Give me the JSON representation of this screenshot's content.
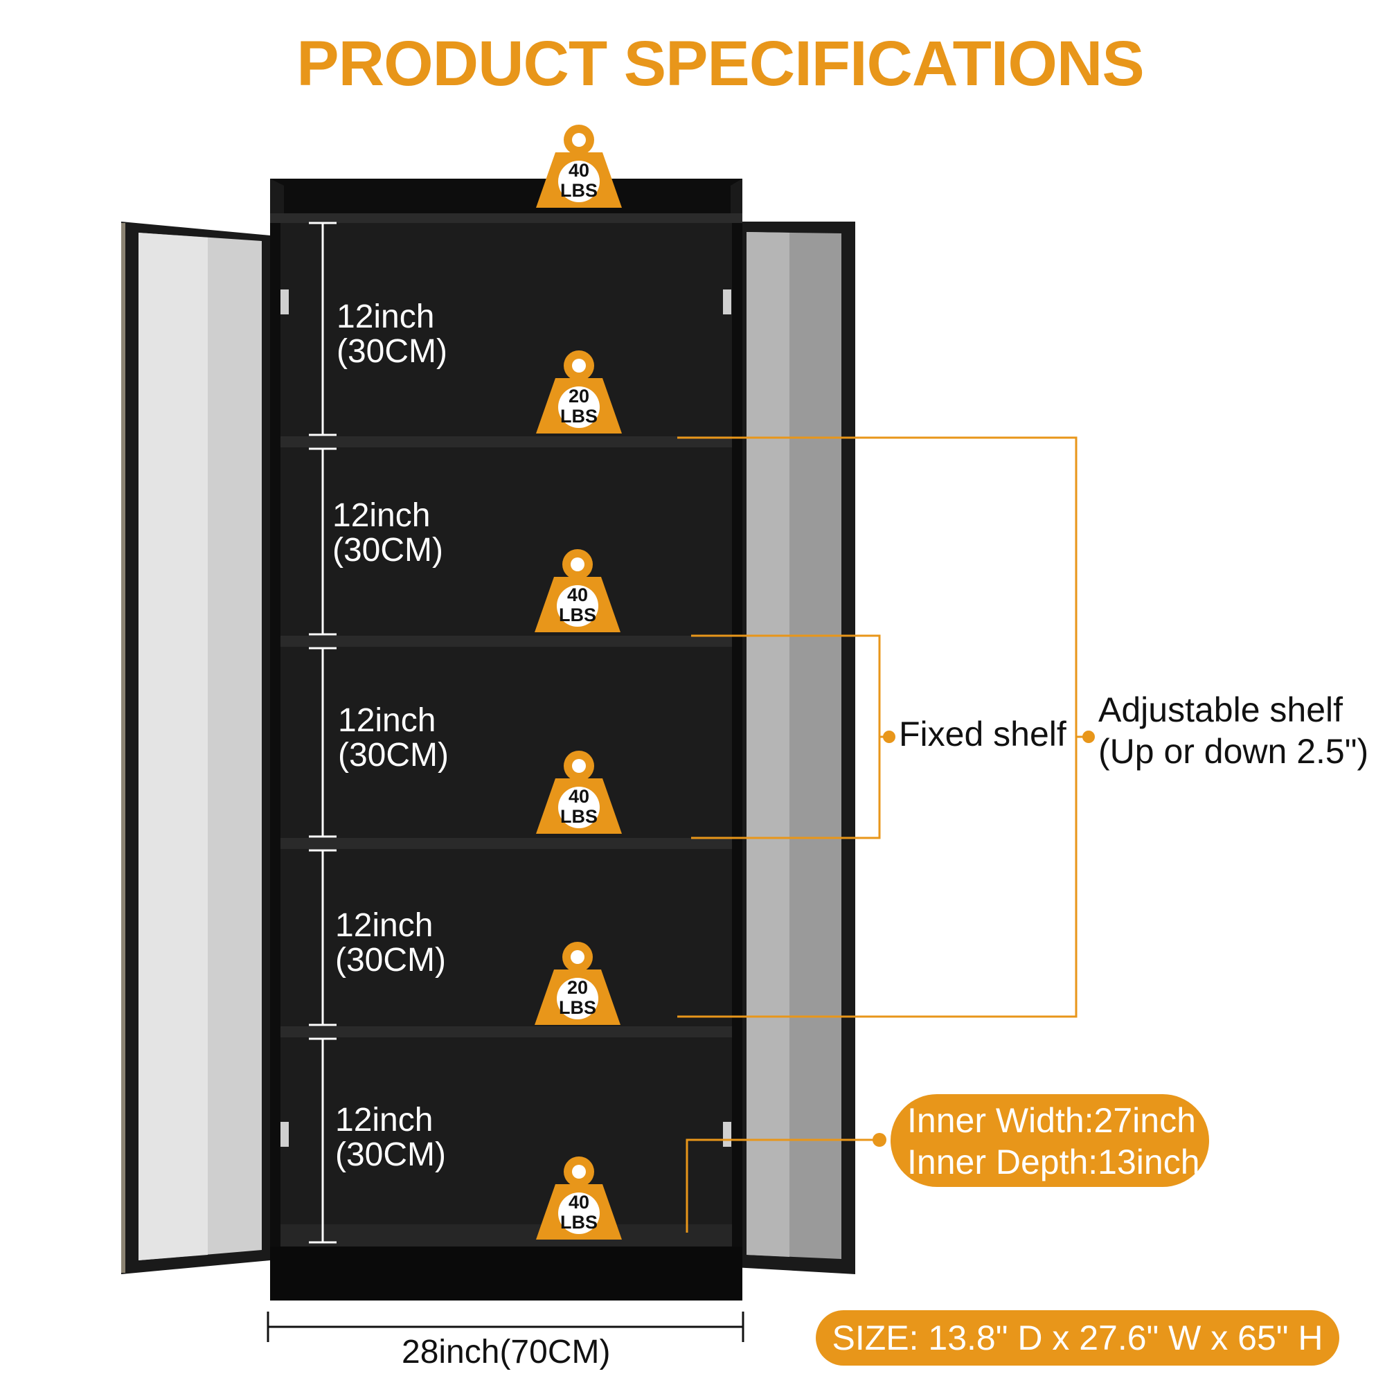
{
  "title": "PRODUCT SPECIFICATIONS",
  "colors": {
    "accent": "#e8961a",
    "cabinet": "#111111",
    "glass": "#bdbdbd"
  },
  "top_weight": {
    "value": "40",
    "unit": "LBS"
  },
  "shelves": [
    {
      "height": "12inch",
      "metric": "(30CM)",
      "weight": "20",
      "unit": "LBS"
    },
    {
      "height": "12inch",
      "metric": "(30CM)",
      "weight": "40",
      "unit": "LBS"
    },
    {
      "height": "12inch",
      "metric": "(30CM)",
      "weight": "40",
      "unit": "LBS"
    },
    {
      "height": "12inch",
      "metric": "(30CM)",
      "weight": "20",
      "unit": "LBS"
    },
    {
      "height": "12inch",
      "metric": "(30CM)",
      "weight": "40",
      "unit": "LBS"
    }
  ],
  "fixed_shelf_label": "Fixed shelf",
  "adjustable_shelf": {
    "line1": "Adjustable shelf",
    "line2": "(Up or down 2.5\")"
  },
  "inner": {
    "width": "Inner Width:27inch",
    "depth": "Inner Depth:13inch"
  },
  "width_label": "28inch(70CM)",
  "size_label": "SIZE: 13.8\" D x 27.6\" W x 65\" H",
  "icons": [
    "weight-icon",
    "ruler-icon"
  ]
}
